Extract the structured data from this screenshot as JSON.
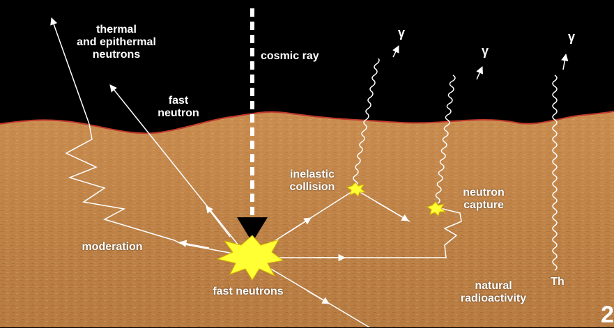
{
  "diagram": {
    "labels": {
      "thermal": "thermal\nand epithermal\nneutrons",
      "fast_neutron": "fast\nneutron",
      "cosmic_ray": "cosmic ray",
      "gamma1": "γ",
      "gamma2": "γ",
      "gamma3": "γ",
      "inelastic": "inelastic\ncollision",
      "neutron_capture": "neutron\ncapture",
      "moderation": "moderation",
      "fast_neutrons": "fast neutrons",
      "natural_radioactivity": "natural\nradioactivity",
      "th": "Th"
    },
    "slide_number": "2"
  },
  "colors": {
    "sky": "#000000",
    "soil": "#c98a4b",
    "soil_dark": "#a86a33",
    "horizon_line": "#c0392b",
    "burst": "#ffff33",
    "arrow": "#ffffff"
  }
}
